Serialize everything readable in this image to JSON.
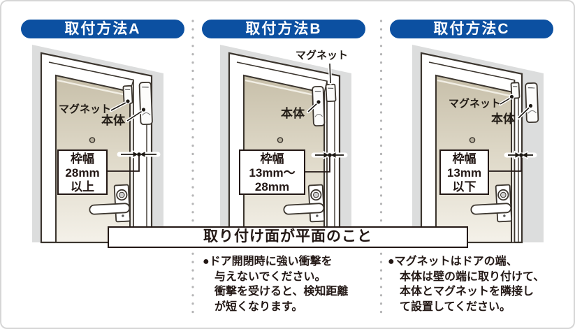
{
  "panels": [
    {
      "title": "取付方法A",
      "magnet_label": "マグネット",
      "body_label": "本体",
      "frame_box": {
        "line1": "枠幅",
        "line2": "28mm",
        "line3": "以上"
      }
    },
    {
      "title": "取付方法B",
      "magnet_label": "マグネット",
      "body_label": "本体",
      "frame_box": {
        "line1": "枠幅",
        "line2": "13mm〜",
        "line3": "28mm"
      }
    },
    {
      "title": "取付方法C",
      "magnet_label": "マグネット",
      "body_label": "本体",
      "frame_box": {
        "line1": "枠幅",
        "line2": "13mm",
        "line3": "以下"
      }
    }
  ],
  "center_note": "取り付け面が平面のこと",
  "notes": [
    {
      "lines": [
        "●ドア開閉時に強い衝撃を",
        "与えないでください。",
        "衝撃を受けると、検知距離",
        "が短くなります。"
      ]
    },
    {
      "lines": [
        "●マグネットはドアの端、",
        "本体は壁の端に取り付けて、",
        "本体とマグネットを隣接し",
        "て設置してください。"
      ]
    }
  ],
  "colors": {
    "accent_blue": "#0c50a1",
    "wall_gray": "#dcdddd",
    "door_top": "#c7bfa9",
    "door_mid": "#ddd7c6",
    "door_bottom": "#f4f1e9",
    "outline": "#3b352e",
    "text_black": "#231815",
    "dot_gray": "#b5b5b6",
    "recess": "#efede9"
  }
}
